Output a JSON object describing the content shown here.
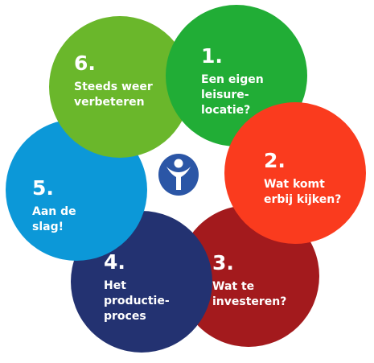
{
  "steps": [
    {
      "id": "1",
      "number": "1.",
      "lines": [
        "Een eigen",
        "leisure-",
        "locatie?"
      ],
      "color": "#21ad36"
    },
    {
      "id": "2",
      "number": "2.",
      "lines": [
        "Wat komt",
        "erbij kijken?"
      ],
      "color": "#fa3b1e"
    },
    {
      "id": "3",
      "number": "3.",
      "lines": [
        "Wat te",
        "investeren?"
      ],
      "color": "#a31a1d"
    },
    {
      "id": "4",
      "number": "4.",
      "lines": [
        "Het",
        "productie-",
        "proces"
      ],
      "color": "#233271"
    },
    {
      "id": "5",
      "number": "5.",
      "lines": [
        "Aan de",
        "slag!"
      ],
      "color": "#0c98d8"
    },
    {
      "id": "6",
      "number": "6.",
      "lines": [
        "Steeds weer",
        "verbeteren"
      ],
      "color": "#6ab72b"
    }
  ],
  "logo": {
    "icon": "person-figure-icon",
    "color": "#2b56a6"
  }
}
